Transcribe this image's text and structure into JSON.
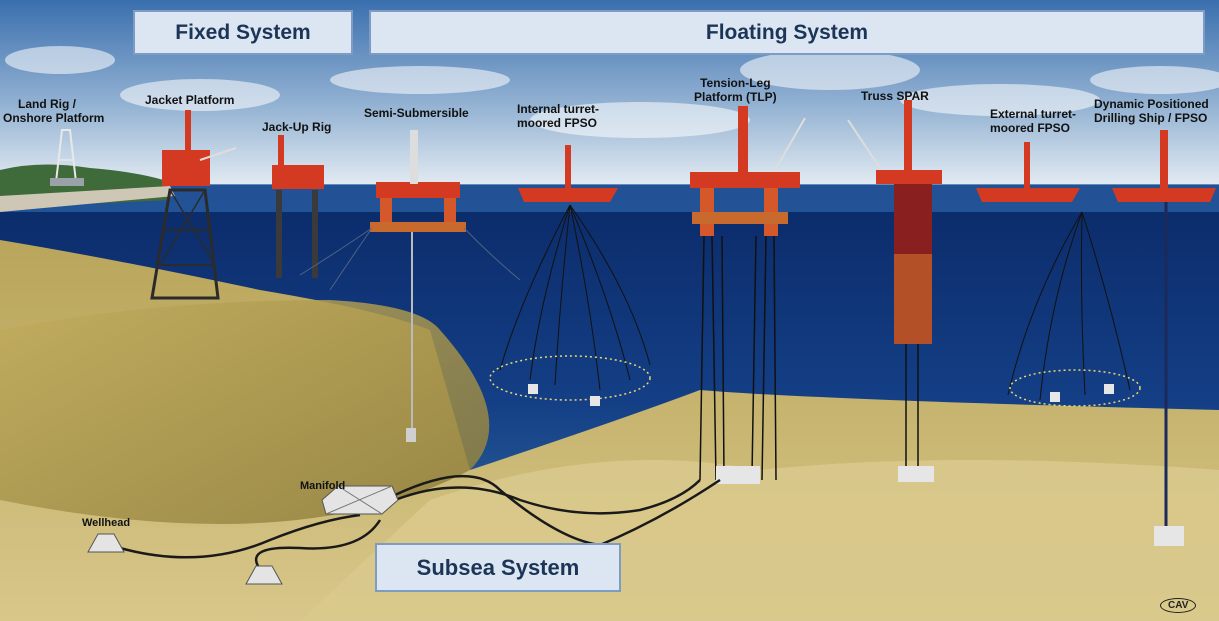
{
  "banners": {
    "fixed": "Fixed System",
    "floating": "Floating System",
    "subsea": "Subsea System"
  },
  "labels": {
    "land_rig": "Land Rig /",
    "land_rig_2": "Onshore Platform",
    "jacket": "Jacket Platform",
    "jackup": "Jack-Up Rig",
    "semi": "Semi-Submersible",
    "internal_fpso": "Internal turret-",
    "internal_fpso_2": "moored FPSO",
    "tlp": "Tension-Leg",
    "tlp_2": "Platform (TLP)",
    "spar": "Truss SPAR",
    "external_fpso": "External turret-",
    "external_fpso_2": "moored FPSO",
    "dp_ship": "Dynamic Positioned",
    "dp_ship_2": "Drilling Ship / FPSO",
    "manifold": "Manifold",
    "wellhead": "Wellhead"
  },
  "credit": "CAV",
  "colors": {
    "sky_top": "#3a6fae",
    "sky_bottom": "#e8eef4",
    "sea_top": "#0e2e6e",
    "sea_bottom": "#2f6a9a",
    "seabed": "#c8b46a",
    "platform_red": "#d43a22",
    "banner_fill": "#dbe6f2",
    "banner_border": "#7d9cc4",
    "banner_text": "#1c3557"
  }
}
